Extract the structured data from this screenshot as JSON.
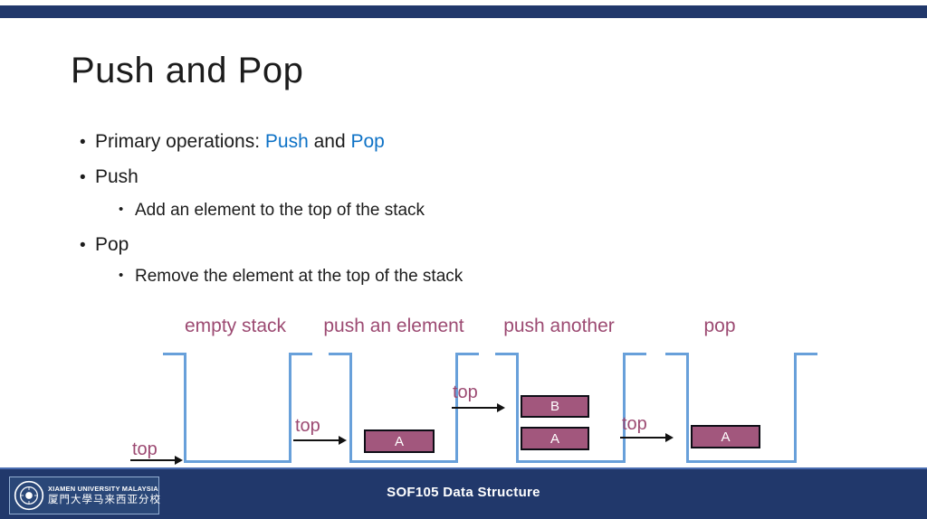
{
  "slide": {
    "title": "Push and Pop"
  },
  "content": {
    "b1": {
      "prefix": "Primary operations: ",
      "push": "Push",
      "and": " and ",
      "pop": "Pop"
    },
    "b2": "Push",
    "b2_sub": "Add an element to the top of the stack",
    "b3": "Pop",
    "b3_sub": "Remove the element at the top of the stack",
    "bullet_glyph": "•"
  },
  "diagram": {
    "frames": [
      {
        "label": "empty stack",
        "top_label": "top",
        "boxes": []
      },
      {
        "label": "push an element",
        "top_label": "top",
        "boxes": [
          "A"
        ]
      },
      {
        "label": "push another",
        "top_label": "top",
        "boxes": [
          "B",
          "A"
        ]
      },
      {
        "label": "pop",
        "top_label": "top",
        "boxes": [
          "A"
        ]
      }
    ],
    "colors": {
      "outline_blue": "#68a0da",
      "label_maroon": "#9c4a72",
      "box_fill": "#a2577d",
      "box_border": "#0e0e16",
      "arrow_black": "#121212",
      "keyword_blue": "#0e72c6"
    }
  },
  "footer": {
    "course": "SOF105 Data Structure",
    "logo_line1": "XIAMEN UNIVERSITY MALAYSIA",
    "logo_line2": "厦門大學马来西亚分校",
    "bar_navy": "#21386b"
  }
}
